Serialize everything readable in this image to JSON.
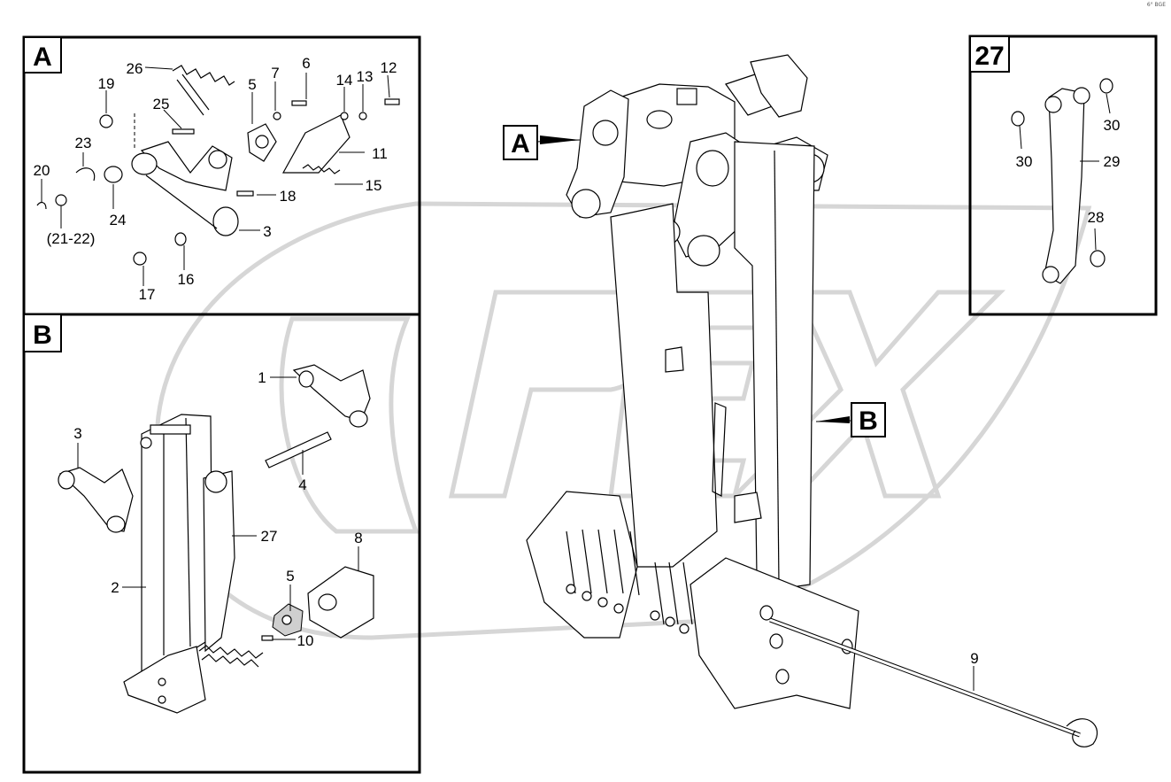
{
  "watermark": "OPEX",
  "corner_note": "6° BGE",
  "frames": {
    "A": {
      "tag": "A"
    },
    "B": {
      "tag": "B"
    },
    "detail27": {
      "tag": "27"
    }
  },
  "callouts": {
    "main_A": "A",
    "main_B": "B"
  },
  "labels_A": [
    "26",
    "19",
    "25",
    "5",
    "7",
    "6",
    "14",
    "13",
    "12",
    "23",
    "11",
    "20",
    "24",
    "18",
    "15",
    "(21-22)",
    "3",
    "17",
    "16"
  ],
  "labels_B": [
    "1",
    "3",
    "4",
    "27",
    "2",
    "8",
    "5",
    "10"
  ],
  "labels_27": [
    "30",
    "30",
    "29",
    "28"
  ],
  "labels_main": [
    "9"
  ]
}
